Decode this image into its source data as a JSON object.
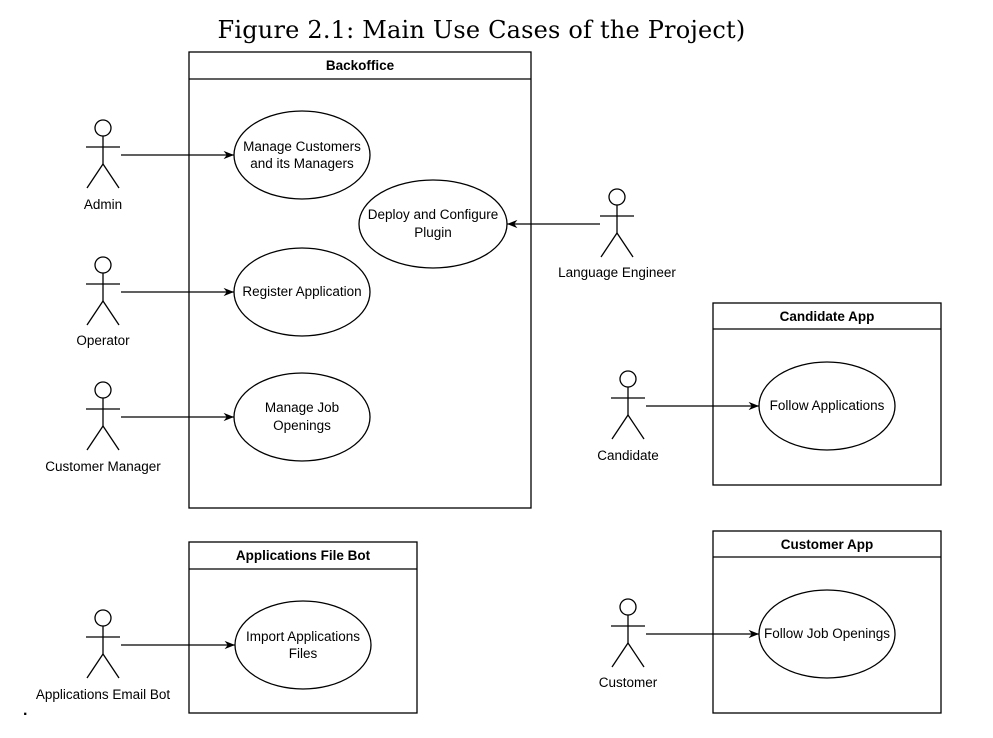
{
  "figure": {
    "caption": "Figure 2.1: Main Use Cases of the Project)"
  },
  "systems": {
    "backoffice": {
      "title": "Backoffice"
    },
    "applications_file_bot": {
      "title": "Applications File Bot"
    },
    "candidate_app": {
      "title": "Candidate App"
    },
    "customer_app": {
      "title": "Customer App"
    }
  },
  "actors": {
    "admin": "Admin",
    "operator": "Operator",
    "customer_manager": "Customer Manager",
    "applications_email_bot": "Applications Email Bot",
    "language_engineer": "Language Engineer",
    "candidate": "Candidate",
    "customer": "Customer"
  },
  "use_cases": {
    "manage_customers": [
      "Manage Customers",
      "and its Managers"
    ],
    "deploy_plugin": [
      "Deploy and Configure",
      "Plugin"
    ],
    "register_application": [
      "Register Application"
    ],
    "manage_job_openings": [
      "Manage Job",
      "Openings"
    ],
    "import_applications": [
      "Import Applications",
      "Files"
    ],
    "follow_applications": [
      "Follow Applications"
    ],
    "follow_job_openings": [
      "Follow Job Openings"
    ]
  },
  "footnote_mark": "."
}
